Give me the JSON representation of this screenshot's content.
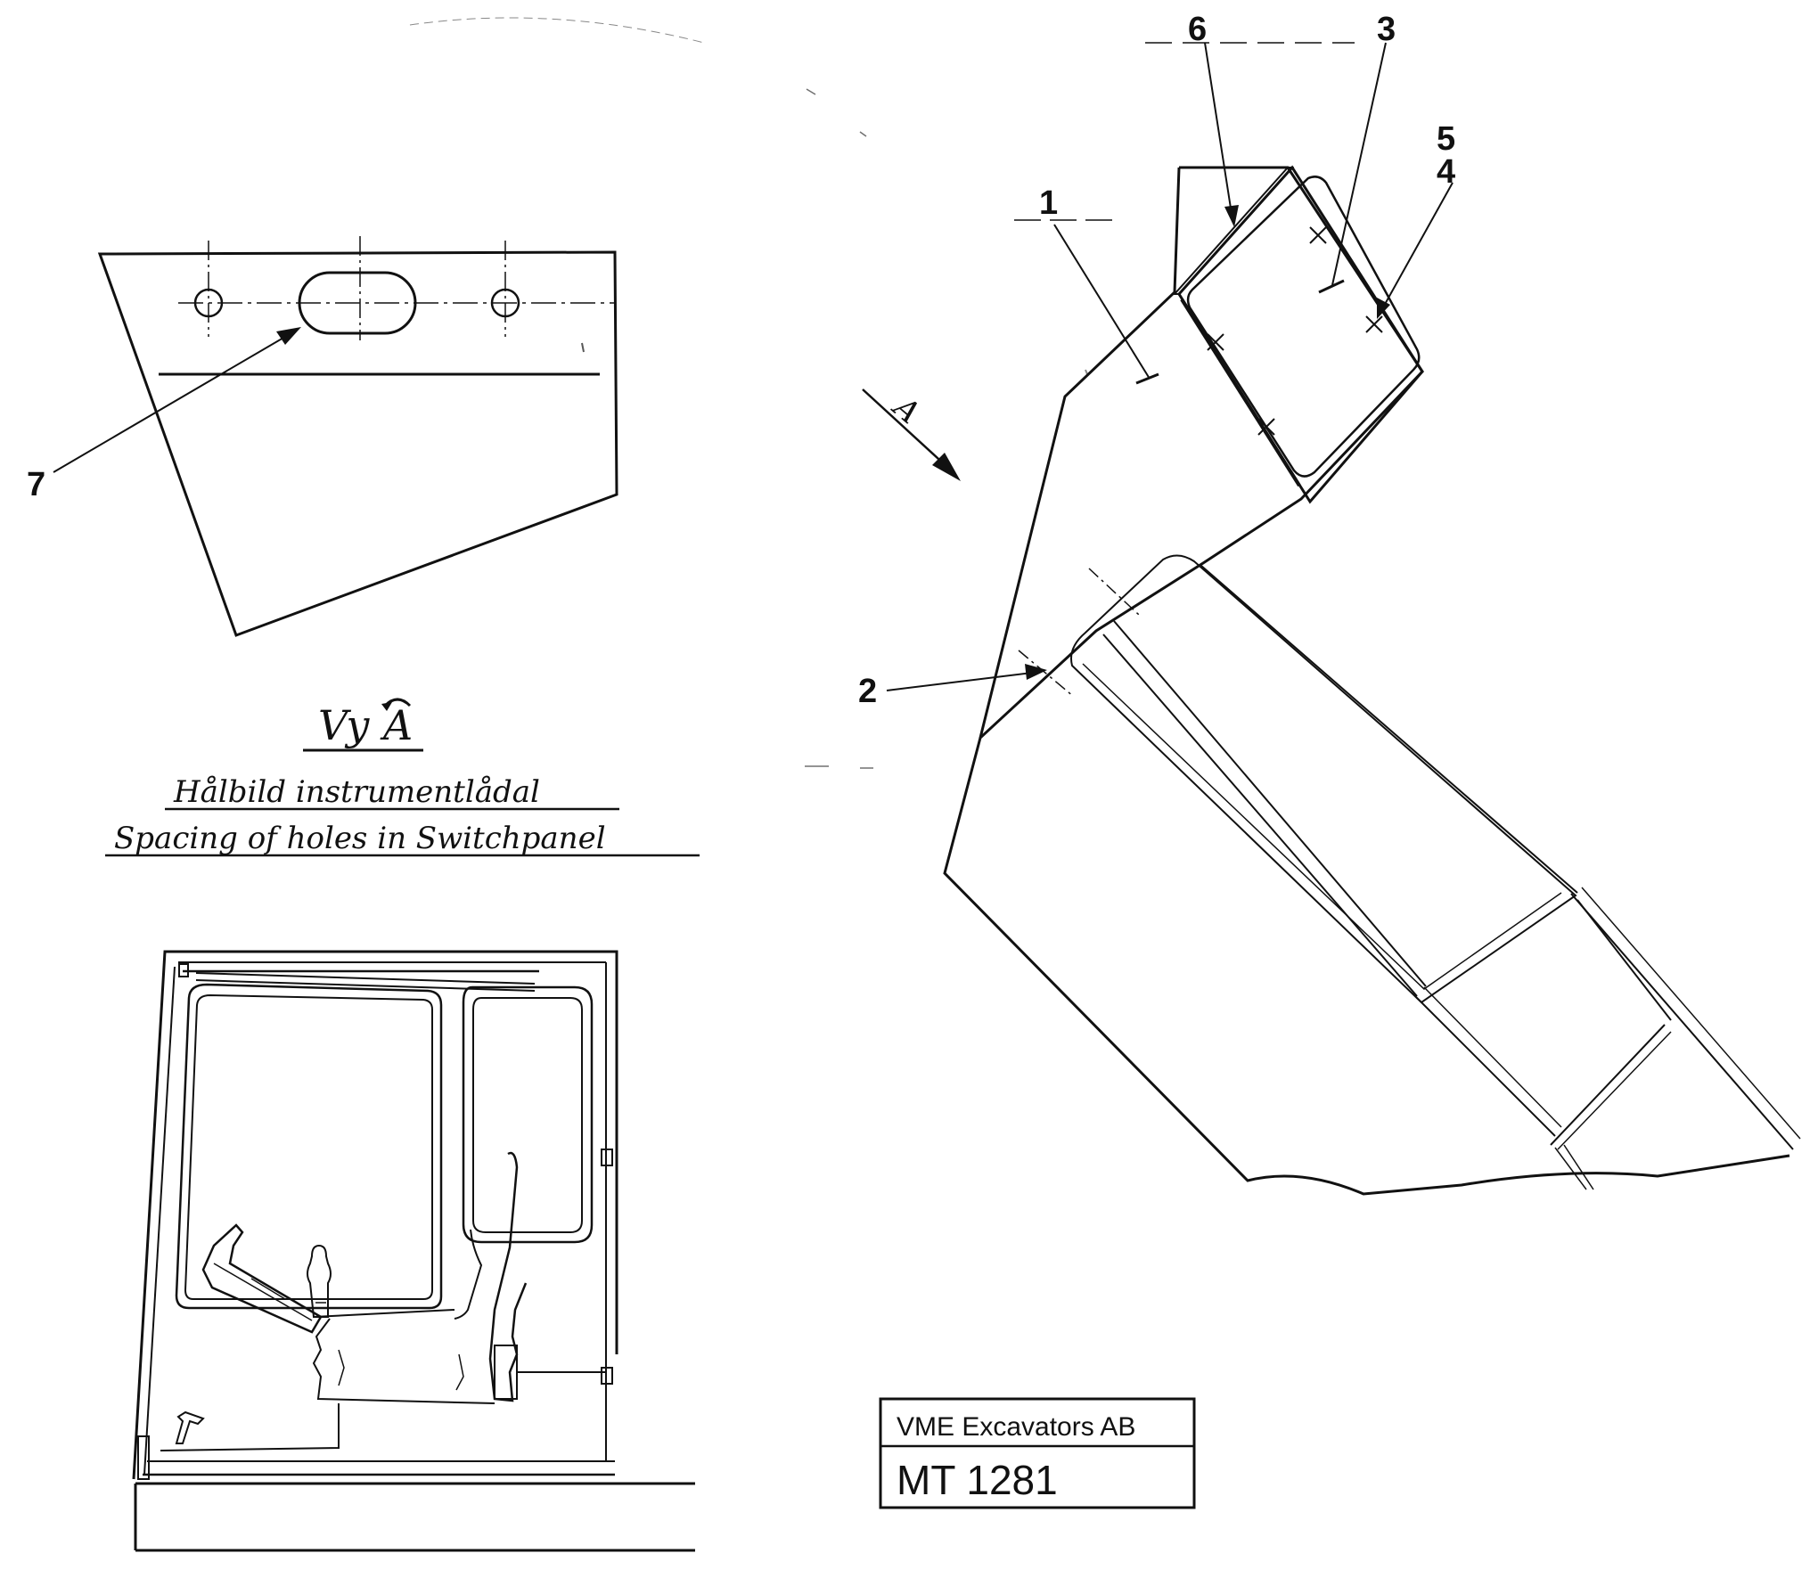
{
  "view_label": {
    "vy": "Vy",
    "letter": "A"
  },
  "caption": {
    "line1": "Hålbild instrumentlådal",
    "line2": "Spacing of holes in Switchpanel"
  },
  "callouts": {
    "c1": "1",
    "c2": "2",
    "c3": "3",
    "c4": "4",
    "c5": "5",
    "c6": "6",
    "c7": "7",
    "arrow_a": "A"
  },
  "title_block": {
    "company": "VME Excavators AB",
    "drawing_number": "MT 1281"
  }
}
